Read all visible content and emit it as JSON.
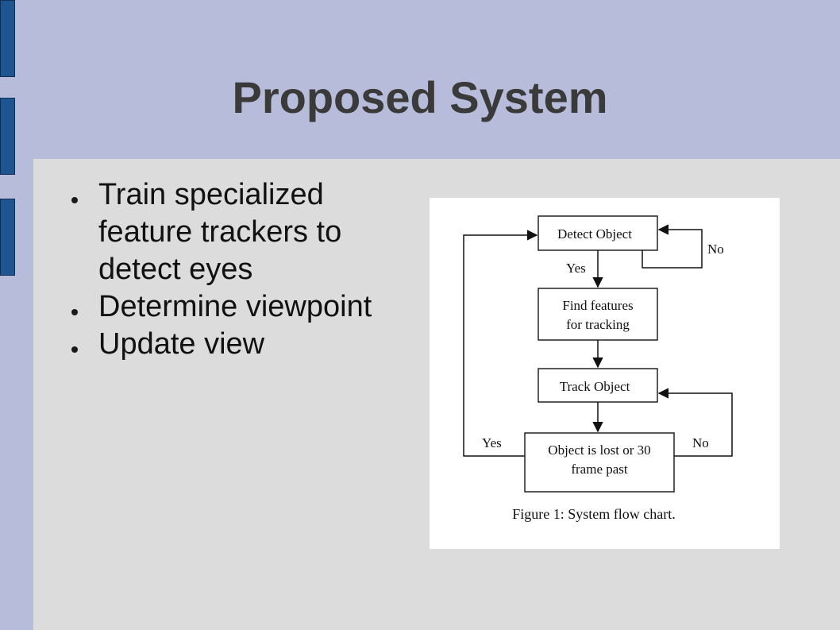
{
  "slide": {
    "title": "Proposed System",
    "bullets": [
      "Train specialized feature trackers to detect eyes",
      "Determine viewpoint",
      "Update view"
    ]
  },
  "flowchart": {
    "nodes": {
      "detect": "Detect Object",
      "find_line1": "Find features",
      "find_line2": "for tracking",
      "track": "Track Object",
      "lost_line1": "Object is lost or 30",
      "lost_line2": "frame past"
    },
    "edges": {
      "detect_no": "No",
      "detect_yes": "Yes",
      "lost_no": "No",
      "lost_yes": "Yes"
    },
    "caption": "Figure 1: System flow chart."
  },
  "colors": {
    "header_bg": "#b8bcdb",
    "content_bg": "#dcdcdc",
    "tab_fill": "#1d5591",
    "title_color": "#3a3a3a"
  }
}
